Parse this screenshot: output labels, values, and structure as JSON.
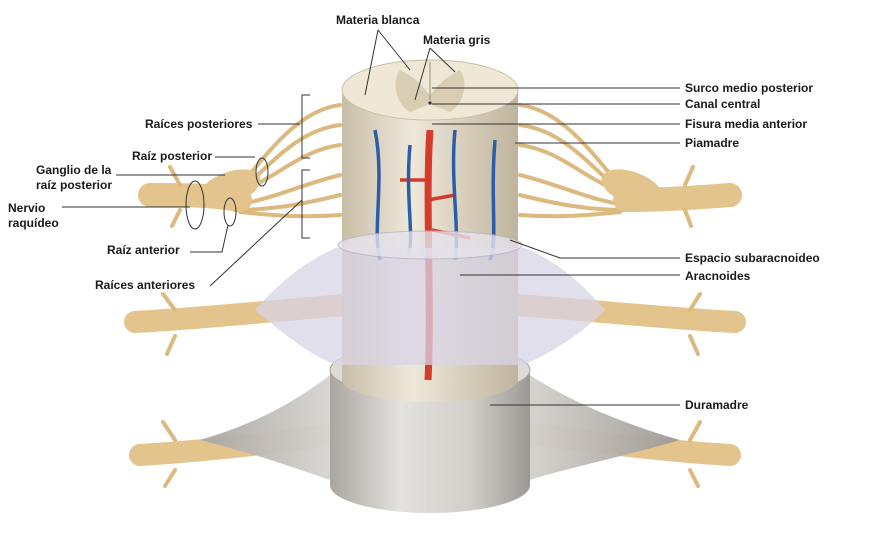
{
  "title_labels": {
    "white_matter": "Materia blanca",
    "gray_matter": "Materia gris"
  },
  "right_labels": {
    "posterior_median_sulcus": "Surco medio posterior",
    "central_canal": "Canal central",
    "anterior_median_fissure": "Fisura media anterior",
    "pia_mater": "Piamadre",
    "subarachnoid_space": "Espacio subaracnoideo",
    "arachnoid": "Aracnoides",
    "dura_mater": "Duramadre"
  },
  "left_labels": {
    "posterior_roots": "Raíces posteriores",
    "posterior_root": "Raíz posterior",
    "ganglion_line1": "Ganglio de la",
    "ganglion_line2": "raíz posterior",
    "spinal_nerve_line1": "Nervio",
    "spinal_nerve_line2": "raquídeo",
    "anterior_root": "Raíz anterior",
    "anterior_roots": "Raíces anteriores"
  },
  "colors": {
    "nerve": "#e2c48c",
    "artery": "#d63a2a",
    "vein": "#2c5ea8",
    "dura": "#c9c6c0",
    "arachnoid": "#d8d4e6"
  }
}
